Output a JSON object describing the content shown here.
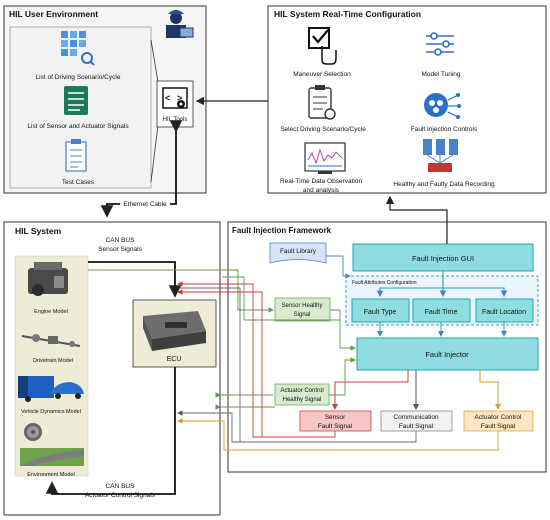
{
  "user_env": {
    "title": "HIL User Environment",
    "items": [
      "List of Driving Scenario/Cycle",
      "List of Sensor and Actuator Signals",
      "Test Cases"
    ],
    "hil_tools": "HIL Tools"
  },
  "rt_config": {
    "title": "HIL System Real-Time Configuration",
    "items": [
      "Maneuver Selection",
      "Model Tuning",
      "Select Driving Scenario/Cycle",
      "Fault Injection Controls",
      "Real-Time Data Observation",
      "and analysis",
      "Healthy and Faulty Data Recording"
    ]
  },
  "hil_system": {
    "title": "HIL System",
    "can_top": [
      "CAN BUS",
      "Sensor Signals"
    ],
    "can_bottom": [
      "CAN BUS",
      "Actuator Control Signals"
    ],
    "ethernet": "Ethernet Cable",
    "models": [
      "Engine Model",
      "Drivetrain Model",
      "Vehicle Dynamics Model",
      "Environment Model"
    ],
    "ecu": "ECU"
  },
  "fault_framework": {
    "title": "Fault Injection Framework",
    "library": "Fault Library",
    "gui": "Fault Injection GUI",
    "attributes_title": "Fault Attributes Configuration",
    "attributes": [
      "Fault Type",
      "Fault Time",
      "Fault Location"
    ],
    "injector": "Fault Injector",
    "sensor_healthy": [
      "Sensor Healthy",
      "Signal"
    ],
    "actuator_healthy": [
      "Actuator Control",
      "Healthy Signal"
    ],
    "outputs": [
      {
        "line1": "Sensor",
        "line2": "Fault Signal"
      },
      {
        "line1": "Communication",
        "line2": "Fault Signal"
      },
      {
        "line1": "Actuator Control",
        "line2": "Fault Signal"
      }
    ]
  },
  "colors": {
    "teal_fill": "#8fdde0",
    "teal_stroke": "#1ea8ad",
    "green_fill": "#d9ebcf",
    "green_stroke": "#66aa55",
    "red_fill": "#f7c6c6",
    "red_stroke": "#cc4444",
    "orange_fill": "#fde6c4",
    "orange_stroke": "#e8a23a",
    "blue_icon": "#2a6fcf"
  }
}
